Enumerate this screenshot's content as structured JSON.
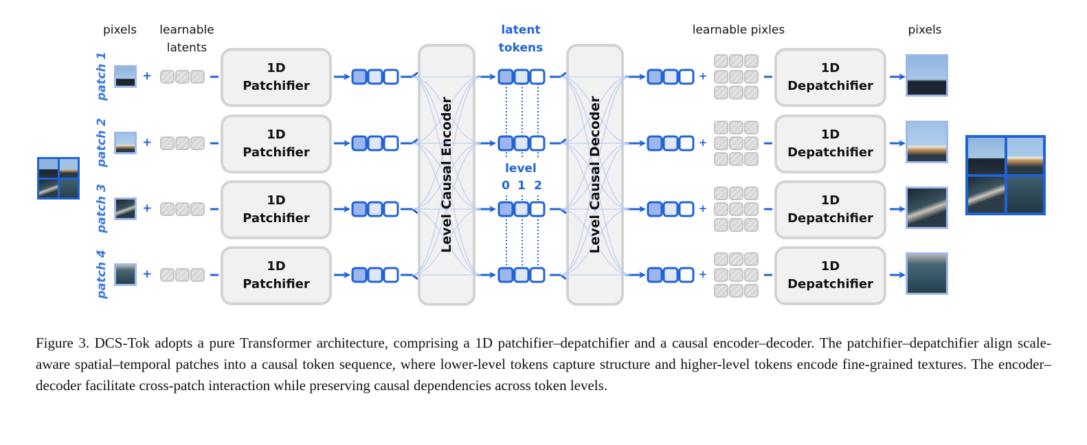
{
  "figure": {
    "column_labels": {
      "pixels_in": "pixels",
      "learnable_latents": [
        "learnable",
        "latents"
      ],
      "latent_tokens": [
        "latent",
        "tokens"
      ],
      "learnable_pixels": "learnable pixles",
      "pixels_out": "pixels"
    },
    "patches": [
      {
        "label": "patch 1"
      },
      {
        "label": "patch 2"
      },
      {
        "label": "patch 3"
      },
      {
        "label": "patch 4"
      }
    ],
    "patchifier": {
      "line1": "1D",
      "line2": "Patchifier"
    },
    "depatchifier": {
      "line1": "1D",
      "line2": "Depatchifier"
    },
    "encoder_label": "Level Causal Encoder",
    "decoder_label": "Level Causal Decoder",
    "level_label": "level",
    "level_indices": [
      "0",
      "1",
      "2"
    ],
    "plus_symbol": "+",
    "colors": {
      "accent_blue": "#1f63d6",
      "token_fill_level0": "#9db6ee",
      "token_fill_level1": "#dfe6f8",
      "token_fill_level2": "#ffffff",
      "box_fill": "#f1f1f1",
      "box_border": "#d3d3d3",
      "latent_gray": "#c4c4c4",
      "connection_light_blue": "#b9caf0"
    }
  },
  "caption": "Figure 3. DCS-Tok adopts a pure Transformer architecture, comprising a 1D patchifier–depatchifier and a causal encoder–decoder. The patchifier–depatchifier align scale-aware spatial–temporal patches into a causal token sequence, where lower-level tokens capture structure and higher-level tokens encode fine-grained textures. The encoder–decoder facilitate cross-patch interaction while preserving causal dependencies across token levels."
}
